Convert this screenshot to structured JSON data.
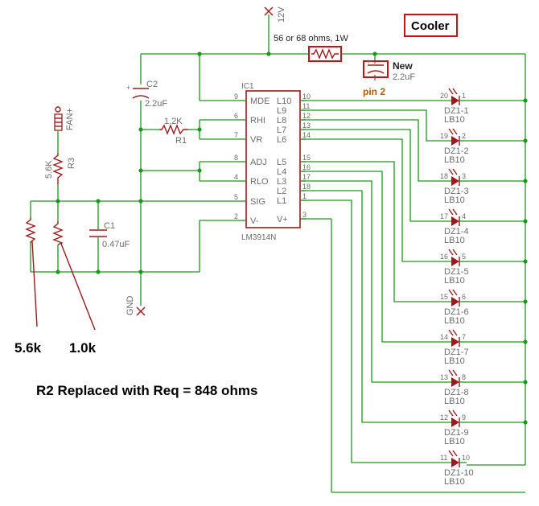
{
  "supply": {
    "label": "12V",
    "ground": "GND",
    "fan": "FAN+"
  },
  "title_box": "Cooler",
  "resistor_note": "56 or 68 ohms, 1W",
  "new_cap": {
    "label": "New",
    "value": "2.2uF",
    "pin_note": "pin 2"
  },
  "c2": {
    "name": "C2",
    "value": "2.2uF"
  },
  "c1": {
    "name": "C1",
    "value": "0.47uF"
  },
  "r1": {
    "name": "R1",
    "value": "1.2K"
  },
  "r3": {
    "name": "R3",
    "value": "5.6K"
  },
  "ic": {
    "ref": "IC1",
    "part": "LM3914N",
    "left_pins": [
      {
        "num": "9",
        "name": "MDE"
      },
      {
        "num": "6",
        "name": "RHI"
      },
      {
        "num": "7",
        "name": "VR"
      },
      {
        "num": "8",
        "name": "ADJ"
      },
      {
        "num": "4",
        "name": "RLO"
      },
      {
        "num": "5",
        "name": "SIG"
      },
      {
        "num": "2",
        "name": "V-"
      }
    ],
    "right_pins": [
      {
        "num": "10",
        "name": "L10"
      },
      {
        "num": "11",
        "name": "L9"
      },
      {
        "num": "12",
        "name": "L8"
      },
      {
        "num": "13",
        "name": "L7"
      },
      {
        "num": "14",
        "name": "L6"
      },
      {
        "num": "15",
        "name": "L5"
      },
      {
        "num": "16",
        "name": "L4"
      },
      {
        "num": "17",
        "name": "L3"
      },
      {
        "num": "18",
        "name": "L2"
      },
      {
        "num": "1",
        "name": "L1"
      },
      {
        "num": "3",
        "name": "V+"
      }
    ]
  },
  "leds": [
    {
      "anode": "20",
      "cathode": "1",
      "name": "DZ1-1",
      "type": "LB10"
    },
    {
      "anode": "19",
      "cathode": "2",
      "name": "DZ1-2",
      "type": "LB10"
    },
    {
      "anode": "18",
      "cathode": "3",
      "name": "DZ1-3",
      "type": "LB10"
    },
    {
      "anode": "17",
      "cathode": "4",
      "name": "DZ1-4",
      "type": "LB10"
    },
    {
      "anode": "16",
      "cathode": "5",
      "name": "DZ1-5",
      "type": "LB10"
    },
    {
      "anode": "15",
      "cathode": "6",
      "name": "DZ1-6",
      "type": "LB10"
    },
    {
      "anode": "14",
      "cathode": "7",
      "name": "DZ1-7",
      "type": "LB10"
    },
    {
      "anode": "13",
      "cathode": "8",
      "name": "DZ1-8",
      "type": "LB10"
    },
    {
      "anode": "12",
      "cathode": "9",
      "name": "DZ1-9",
      "type": "LB10"
    },
    {
      "anode": "11",
      "cathode": "10",
      "name": "DZ1-10",
      "type": "LB10"
    }
  ],
  "replacement": {
    "r_left": "5.6k",
    "r_right": "1.0k",
    "caption": "R2 Replaced with Req = 848 ohms"
  }
}
